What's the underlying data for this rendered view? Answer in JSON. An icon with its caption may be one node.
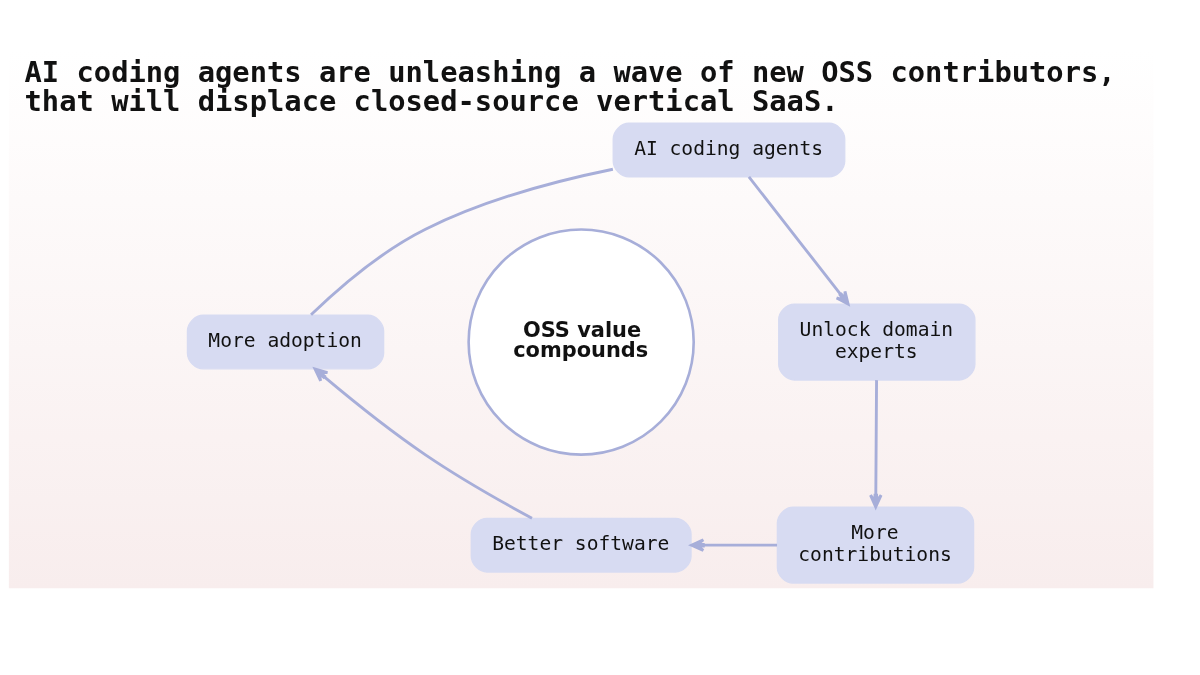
{
  "diagram": {
    "title": "AI coding agents are unleashing a wave of new OSS contributors, that will displace closed-source vertical SaaS.",
    "nodes": [
      {
        "text": [
          "AI coding agents"
        ]
      },
      {
        "text": [
          "Unlock domain experts"
        ]
      },
      {
        "text": [
          "More contributions"
        ]
      },
      {
        "text": [
          "Better software"
        ]
      },
      {
        "text": [
          "More adoption"
        ]
      },
      {
        "text": [
          "OSS value compounds"
        ]
      }
    ],
    "edges": [
      {
        "from": 0,
        "to": 1,
        "arrow": "to"
      },
      {
        "from": 1,
        "to": 2,
        "arrow": "to"
      },
      {
        "from": 2,
        "to": 3,
        "arrow": "to"
      },
      {
        "from": 3,
        "to": 4,
        "arrow": "to"
      },
      {
        "from": 4,
        "to": 0,
        "arrow": "none"
      }
    ]
  }
}
